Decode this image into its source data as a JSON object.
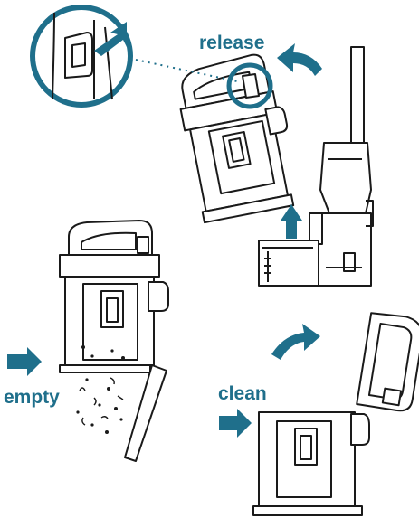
{
  "labels": {
    "release": "release",
    "empty": "empty",
    "clean": "clean"
  },
  "colors": {
    "accent": "#1f6f8b",
    "outline": "#1a1a1a",
    "fill": "#ffffff",
    "shade": "#e6e6e6"
  },
  "icons": {
    "release_arrow": "curved-arrow-icon",
    "lift_arrow": "arrow-up-icon",
    "empty_arrow": "arrow-right-icon",
    "clean_arrow": "arrow-right-icon",
    "clean_curve": "curved-arrow-icon",
    "zoom": "magnifier-callout"
  }
}
